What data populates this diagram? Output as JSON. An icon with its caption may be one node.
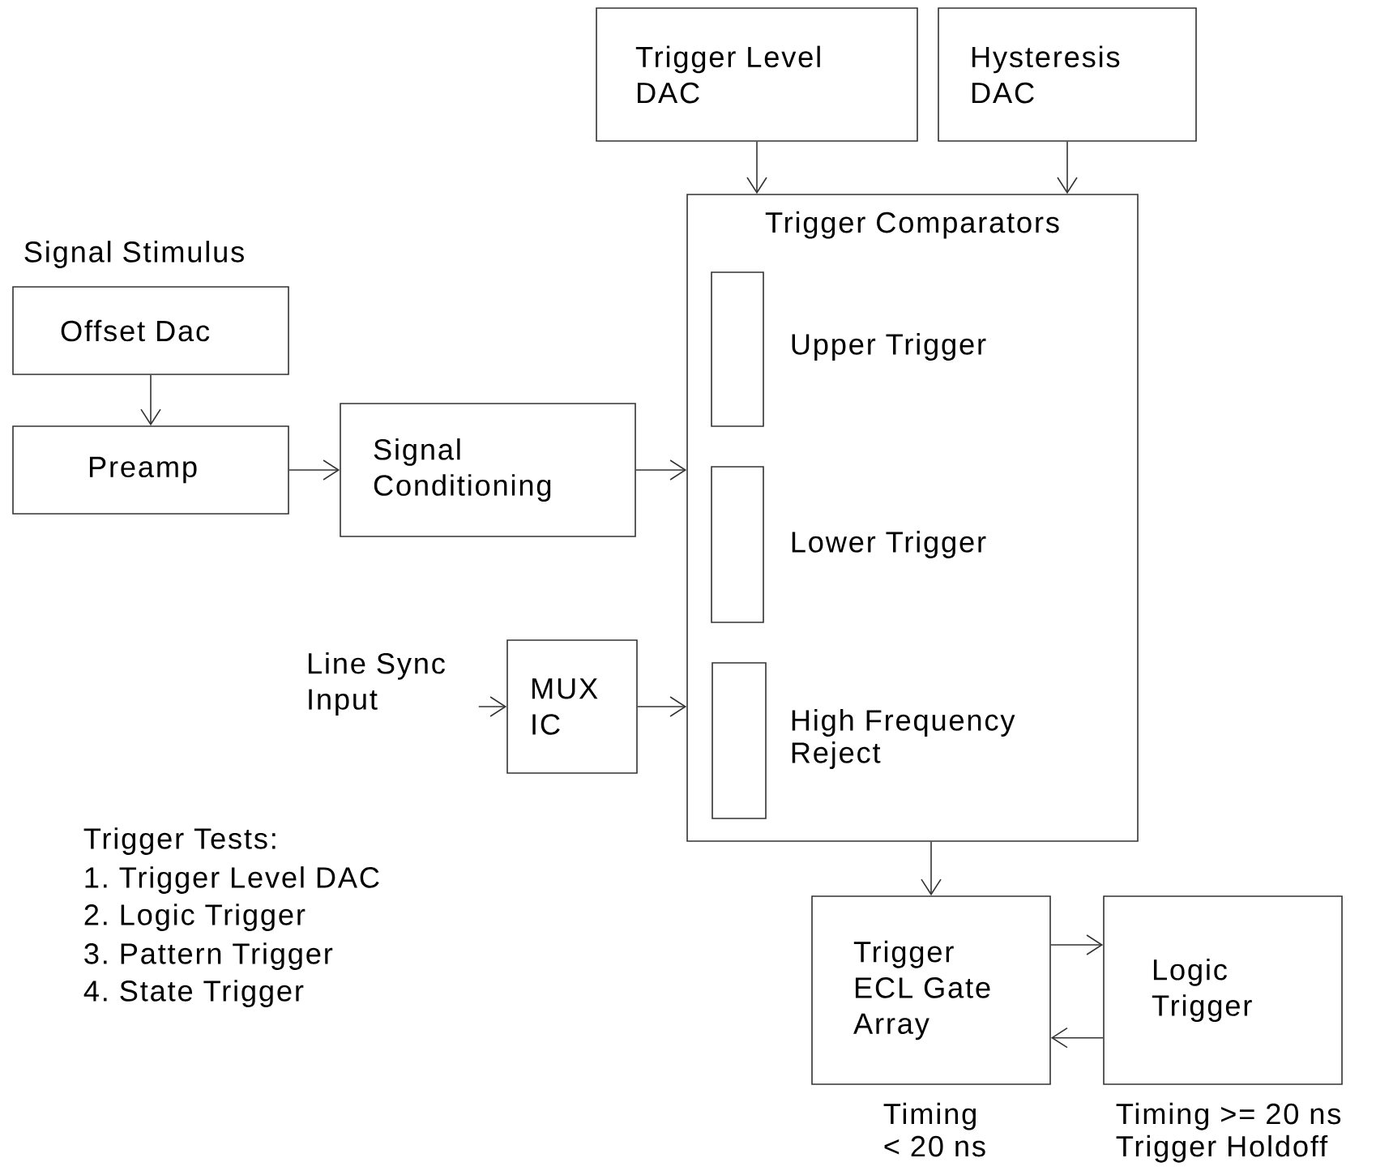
{
  "diagram": {
    "nodes": [
      {
        "text": [
          "Offset Dac"
        ],
        "beside": [
          "Signal Stimulus"
        ]
      },
      {
        "text": [
          "Preamp"
        ]
      },
      {
        "text": [
          "Signal Conditioning"
        ]
      },
      {
        "text": [
          "Trigger Level DAC"
        ]
      },
      {
        "text": [
          "Hysteresis DAC"
        ]
      },
      {
        "text": [
          "Trigger Comparators"
        ]
      },
      {
        "text": [],
        "shape": "box",
        "in": 5,
        "beside": [
          "Upper Trigger"
        ]
      },
      {
        "text": [],
        "shape": "box",
        "in": 5,
        "beside": [
          "Lower Trigger"
        ]
      },
      {
        "text": [],
        "shape": "box",
        "in": 5,
        "beside": [
          "High Frequency Reject"
        ]
      },
      {
        "text": [
          "Line Sync Input"
        ]
      },
      {
        "text": [
          "MUX IC"
        ]
      },
      {
        "text": [
          "Trigger ECL Gate Array"
        ],
        "beside": [
          "Timing < 20 ns"
        ]
      },
      {
        "text": [
          "Logic Trigger"
        ],
        "beside": [
          "Timing >= 20 ns Trigger Holdoff"
        ]
      }
    ],
    "edges": [
      {
        "from": 0,
        "to": 1,
        "arrow": "to"
      },
      {
        "from": 1,
        "to": 2,
        "arrow": "to"
      },
      {
        "from": 2,
        "to": 5,
        "arrow": "to"
      },
      {
        "from": 3,
        "to": 5,
        "arrow": "to"
      },
      {
        "from": 4,
        "to": 5,
        "arrow": "to"
      },
      {
        "from": 9,
        "to": 10,
        "arrow": "to"
      },
      {
        "from": 10,
        "to": 5,
        "arrow": "to"
      },
      {
        "from": 5,
        "to": 11,
        "arrow": "to"
      },
      {
        "from": 11,
        "to": 12,
        "arrow": "to"
      },
      {
        "from": 12,
        "to": 11,
        "arrow": "to"
      }
    ],
    "labels": [
      "Trigger Tests:",
      "1. Trigger Level DAC",
      "2. Logic Trigger",
      "3. Pattern Trigger",
      "4. State Trigger"
    ]
  }
}
